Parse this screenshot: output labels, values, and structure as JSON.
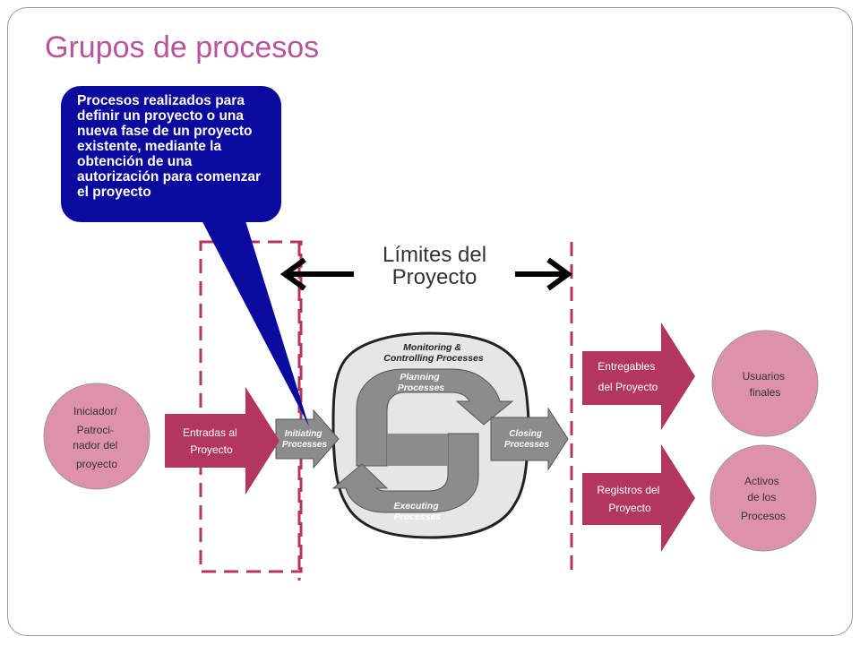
{
  "slide": {
    "title": "Grupos de procesos",
    "callout": "Procesos realizados para definir un proyecto o una nueva fase de un proyecto existente, mediante la obtención de una autorización para comenzar el proyecto",
    "limits_label": "Límites del Proyecto"
  },
  "nodes": {
    "initiator": [
      "Iniciador/",
      "Patroci-",
      "nador del",
      "proyecto"
    ],
    "inputs": [
      "Entradas al",
      "Proyecto"
    ],
    "deliverables": [
      "Entregables",
      "del Proyecto"
    ],
    "records": [
      "Registros del",
      "Proyecto"
    ],
    "end_users": [
      "Usuarios",
      "finales"
    ],
    "process_assets": [
      "Activos",
      "de los",
      "Procesos"
    ]
  },
  "process_diagram": {
    "monitoring": [
      "Monitoring &",
      "Controlling Processes"
    ],
    "planning": [
      "Planning",
      "Processes"
    ],
    "initiating": [
      "Initiating",
      "Processes"
    ],
    "executing": [
      "Executing",
      "Processes"
    ],
    "closing": [
      "Closing",
      "Processes"
    ]
  },
  "colors": {
    "title": "#b5559c",
    "callout_fill": "#0a0a9e",
    "arrow_fill": "#b3365f",
    "circle_fill": "#dd92aa",
    "dashed": "#b3365f",
    "process_gray": "#8c8c8c",
    "oval_fill": "#e6e6e6"
  }
}
